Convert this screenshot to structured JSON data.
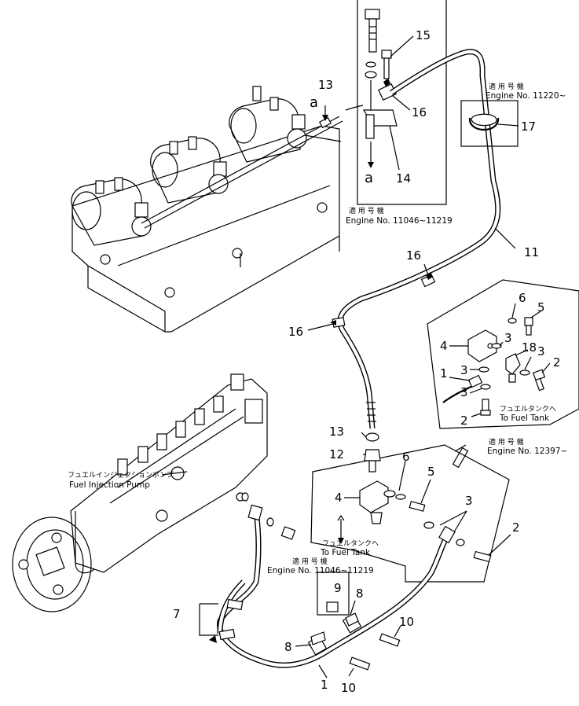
{
  "callouts": {
    "c15": "15",
    "c16a": "16",
    "c13a": "13",
    "ca1": "a",
    "ca2": "a",
    "c14": "14",
    "c17": "17",
    "c11": "11",
    "c16b": "16",
    "c16c": "16",
    "c6a": "6",
    "c5a": "5",
    "c4a": "4",
    "c3a": "3",
    "c18": "18",
    "c3b": "3",
    "c3c": "3",
    "c1a": "1",
    "c2a": "2",
    "c3d": "3",
    "c2b": "2",
    "c13b": "13",
    "c12": "12",
    "c6b": "6",
    "c5b": "5",
    "c4b": "4",
    "c3e": "3",
    "c2c": "2",
    "c9": "9",
    "c8a": "8",
    "c7": "7",
    "c8b": "8",
    "c10a": "10",
    "c10b": "10",
    "c1b": "1"
  },
  "notes": {
    "serial_11220_jp": "適 用 号 機",
    "serial_11220_en": "Engine No. 11220~",
    "serial_11046_a_jp": "適 用 号 機",
    "serial_11046_a_en": "Engine No. 11046~11219",
    "serial_12397_jp": "適 用 号 機",
    "serial_12397_en": "Engine No. 12397~",
    "serial_11046_b_jp": "適 用 号 機",
    "serial_11046_b_en": "Engine No. 11046~11219",
    "fuel_tank_inset_jp": "フュエルタンクへ",
    "fuel_tank_inset_en": "To Fuel Tank",
    "fuel_tank_main_jp": "フュエルタンクへ",
    "fuel_tank_main_en": "To Fuel Tank",
    "pump_jp": "フュエルインジェクションポンプ",
    "pump_en": "Fuel Injection Pump"
  }
}
